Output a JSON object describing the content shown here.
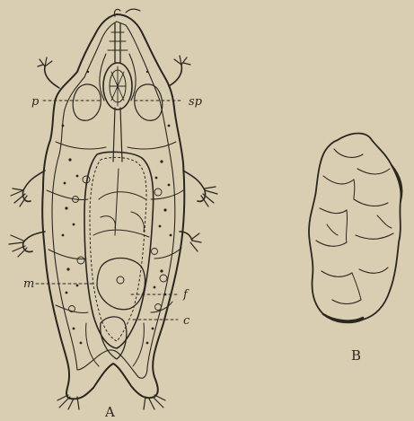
{
  "figure": {
    "panel_a_caption": "A",
    "panel_b_caption": "B",
    "labels": {
      "p": "p",
      "sp": "sp",
      "m": "m",
      "f": "f",
      "c": "c"
    }
  },
  "colors": {
    "paper": "#d9ceb2",
    "ink": "#2a2620"
  }
}
